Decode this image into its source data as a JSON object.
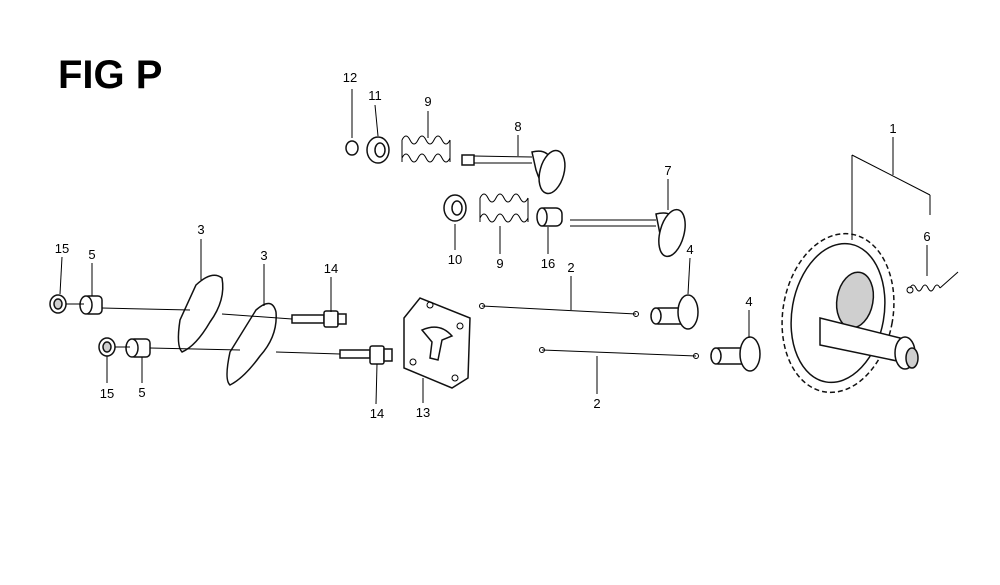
{
  "figure": {
    "title": "FIG P"
  },
  "callouts": [
    {
      "id": "c12",
      "label": "12"
    },
    {
      "id": "c11",
      "label": "11"
    },
    {
      "id": "c9a",
      "label": "9"
    },
    {
      "id": "c8",
      "label": "8"
    },
    {
      "id": "c1",
      "label": "1"
    },
    {
      "id": "c7",
      "label": "7"
    },
    {
      "id": "c6",
      "label": "6"
    },
    {
      "id": "c3a",
      "label": "3"
    },
    {
      "id": "c3b",
      "label": "3"
    },
    {
      "id": "c15a",
      "label": "15"
    },
    {
      "id": "c5a",
      "label": "5"
    },
    {
      "id": "c14a",
      "label": "14"
    },
    {
      "id": "c10",
      "label": "10"
    },
    {
      "id": "c9b",
      "label": "9"
    },
    {
      "id": "c16",
      "label": "16"
    },
    {
      "id": "c2a",
      "label": "2"
    },
    {
      "id": "c4a",
      "label": "4"
    },
    {
      "id": "c4b",
      "label": "4"
    },
    {
      "id": "c15b",
      "label": "15"
    },
    {
      "id": "c5b",
      "label": "5"
    },
    {
      "id": "c14b",
      "label": "14"
    },
    {
      "id": "c13",
      "label": "13"
    },
    {
      "id": "c2b",
      "label": "2"
    }
  ]
}
